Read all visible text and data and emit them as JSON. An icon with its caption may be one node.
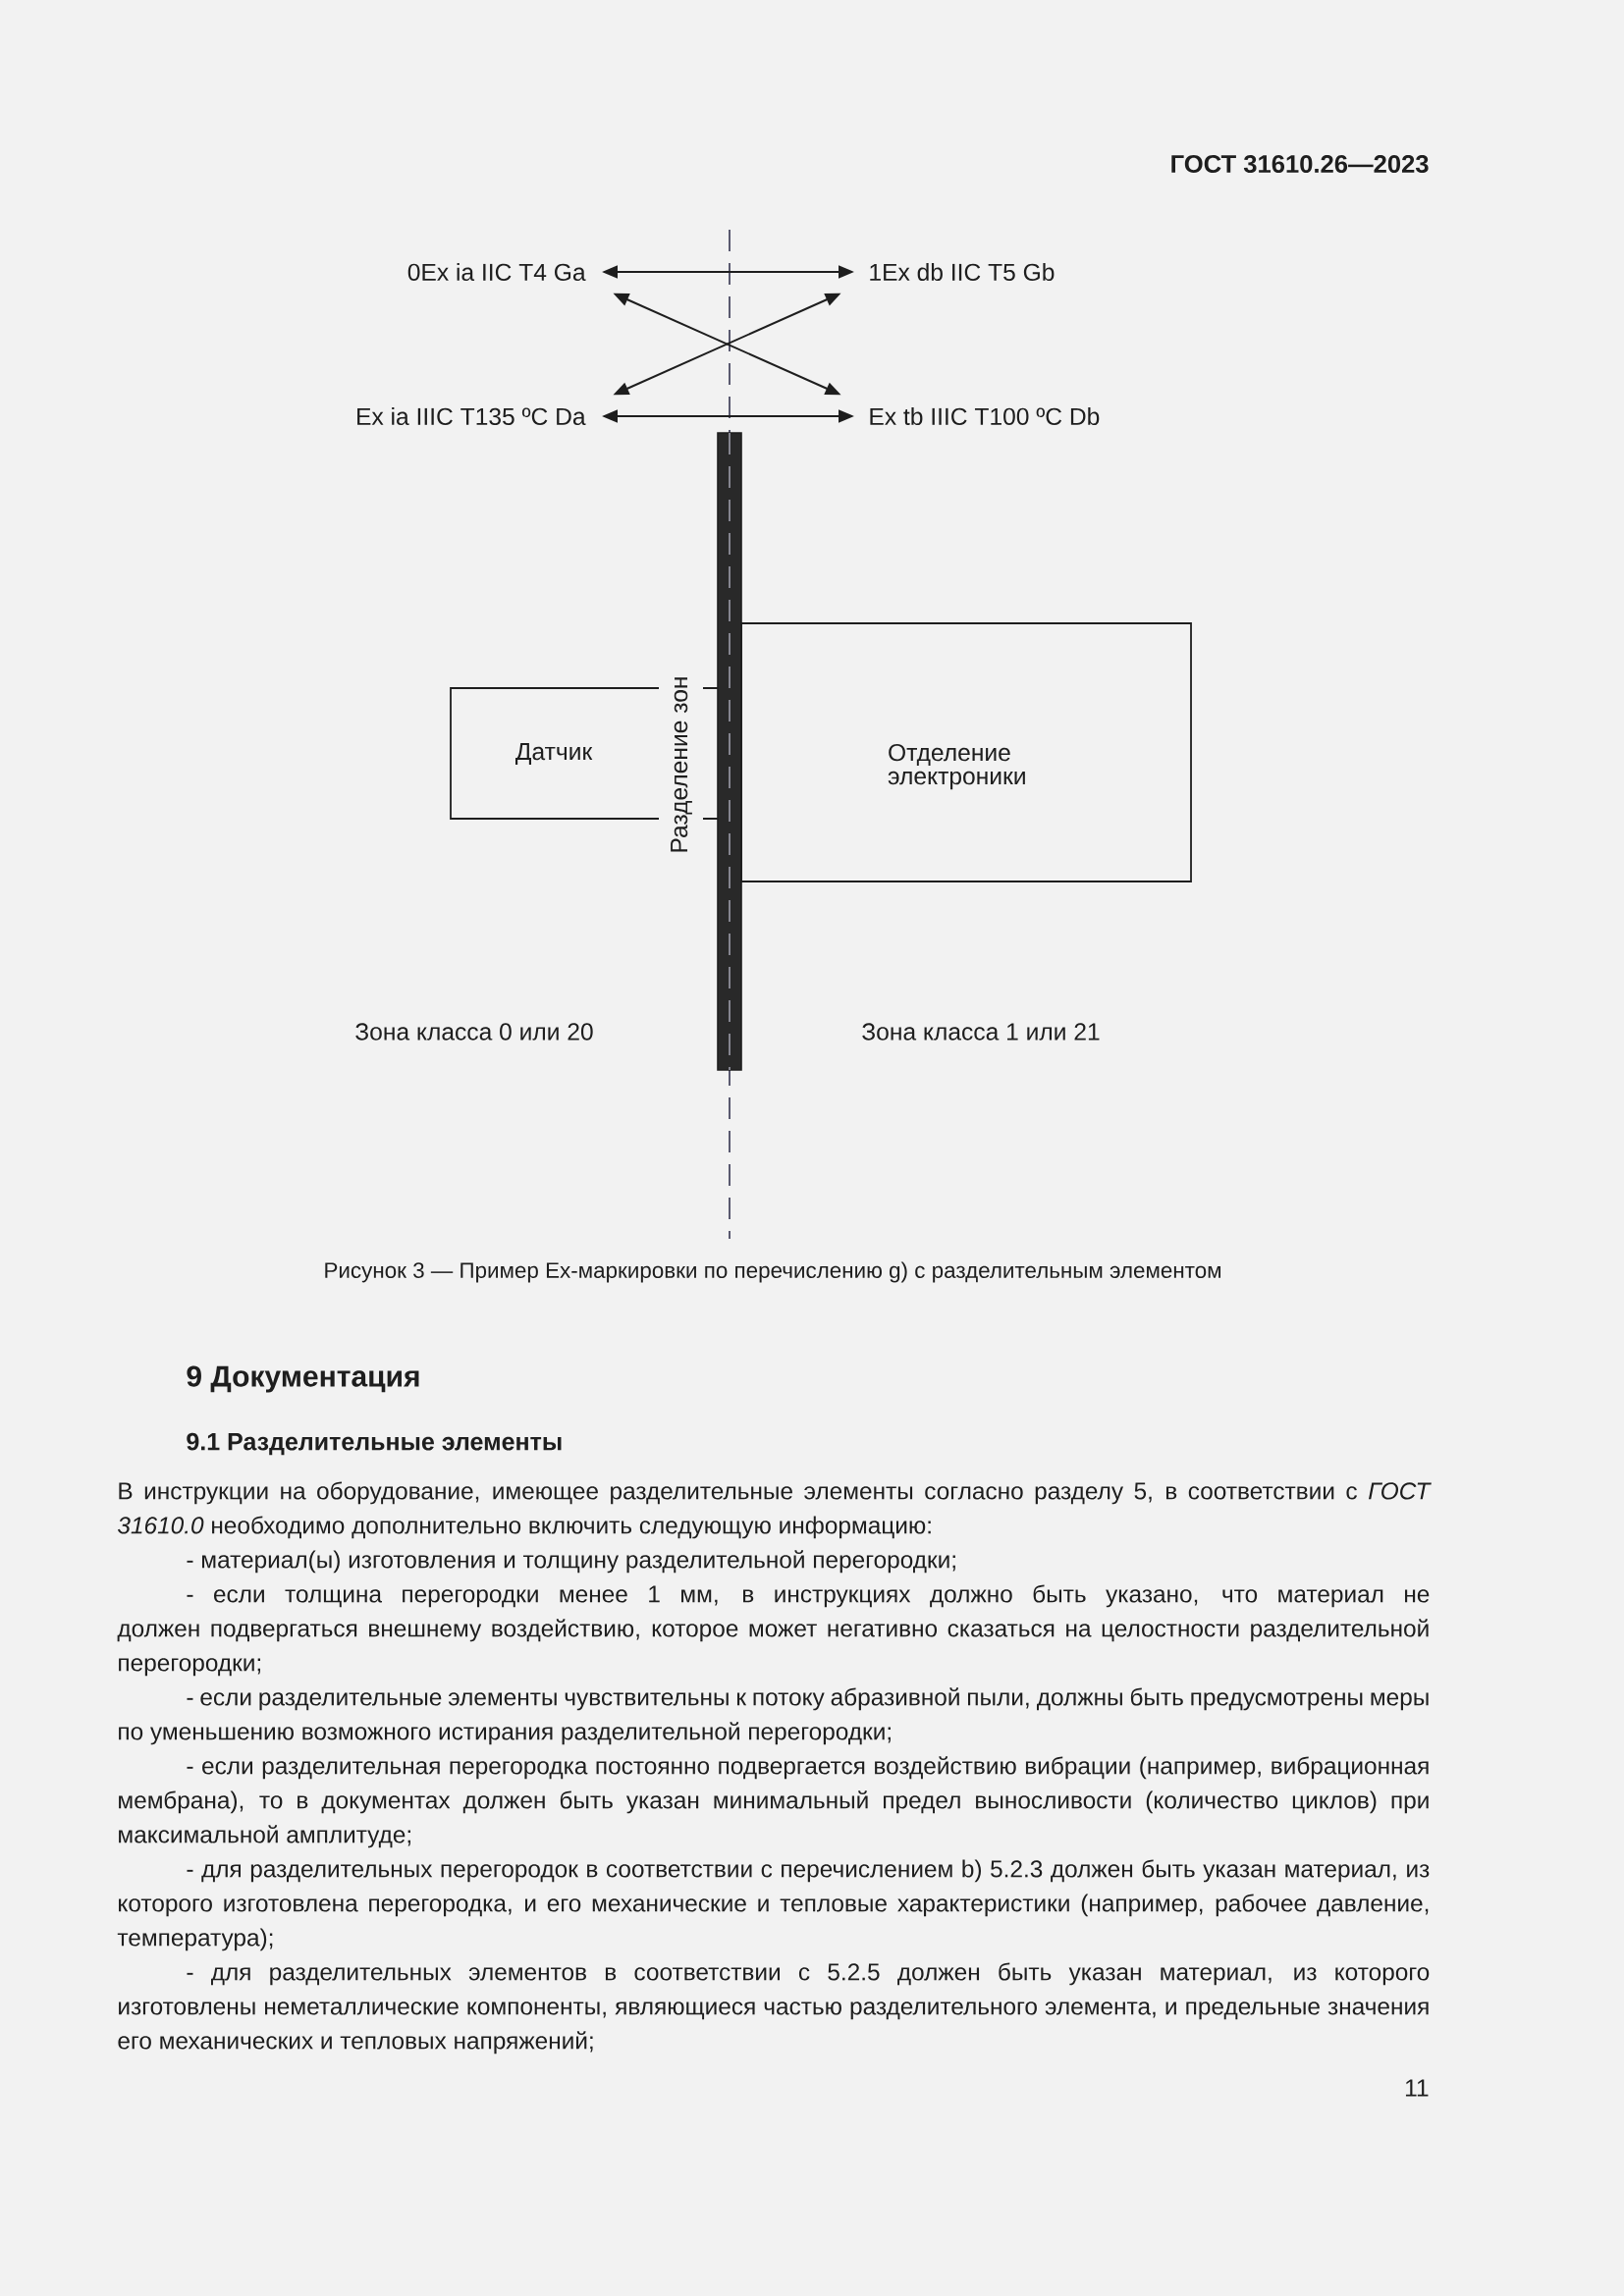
{
  "diagram": {
    "caption": "Рисунок 3 — Пример Ex-маркировки по перечислению g) с разделительным элементом",
    "nodes": [
      {
        "text": [
          "0Ex ia IIC T4 Ga"
        ]
      },
      {
        "text": [
          "1Ex db IIC T5 Gb"
        ]
      },
      {
        "text": [
          "Ex ia IIIC T135 ºC Da"
        ]
      },
      {
        "text": [
          "Ex tb IIIC T100 ºC Db"
        ]
      },
      {
        "text": [
          "Датчик"
        ]
      },
      {
        "text": [
          "Отделение электроники"
        ]
      }
    ],
    "edges": [
      {
        "from": 0,
        "to": 1,
        "arrow": "both"
      },
      {
        "from": 2,
        "to": 3,
        "arrow": "both"
      },
      {
        "from": 0,
        "to": 3,
        "arrow": "both"
      },
      {
        "from": 2,
        "to": 1,
        "arrow": "both"
      }
    ],
    "labels": [
      "ГОСТ 31610.26—2023",
      "Разделение зон",
      "Зона класса 0 или 20",
      "Зона класса 1 или 21",
      "9 Документация",
      "9.1 Разделительные элементы",
      "В инструкции на оборудование, имеющее разделительные элементы согласно разделу 5, в соответствии с *ГОСТ 31610.0* необходимо дополнительно включить следующую информацию:",
      "- материал(ы) изготовления и толщину разделительной перегородки;",
      "- если толщина перегородки менее 1 мм, в инструкциях должно быть указано, что материал не должен подвергаться внешнему воздействию, которое может негативно сказаться на целостности разделительной перегородки;",
      "- если разделительные элементы чувствительны к потоку абразивной пыли, должны быть предусмотрены меры по уменьшению возможного истирания разделительной перегородки;",
      "- если разделительная перегородка постоянно подвергается воздействию вибрации (например, вибрационная мембрана), то в документах должен быть указан минимальный предел выносливости (количество циклов) при максимальной амплитуде;",
      "- для разделительных перегородок в соответствии с перечислением b) 5.2.3 должен быть указан материал, из которого изготовлена перегородка, и его механические и тепловые характеристики (например, рабочее давление, температура);",
      "- для разделительных элементов в соответствии с 5.2.5 должен быть указан материал, из которого изготовлены неметаллические компоненты, являющиеся частью разделительного элемента, и предельные значения его механических и тепловых напряжений;",
      "11"
    ]
  }
}
